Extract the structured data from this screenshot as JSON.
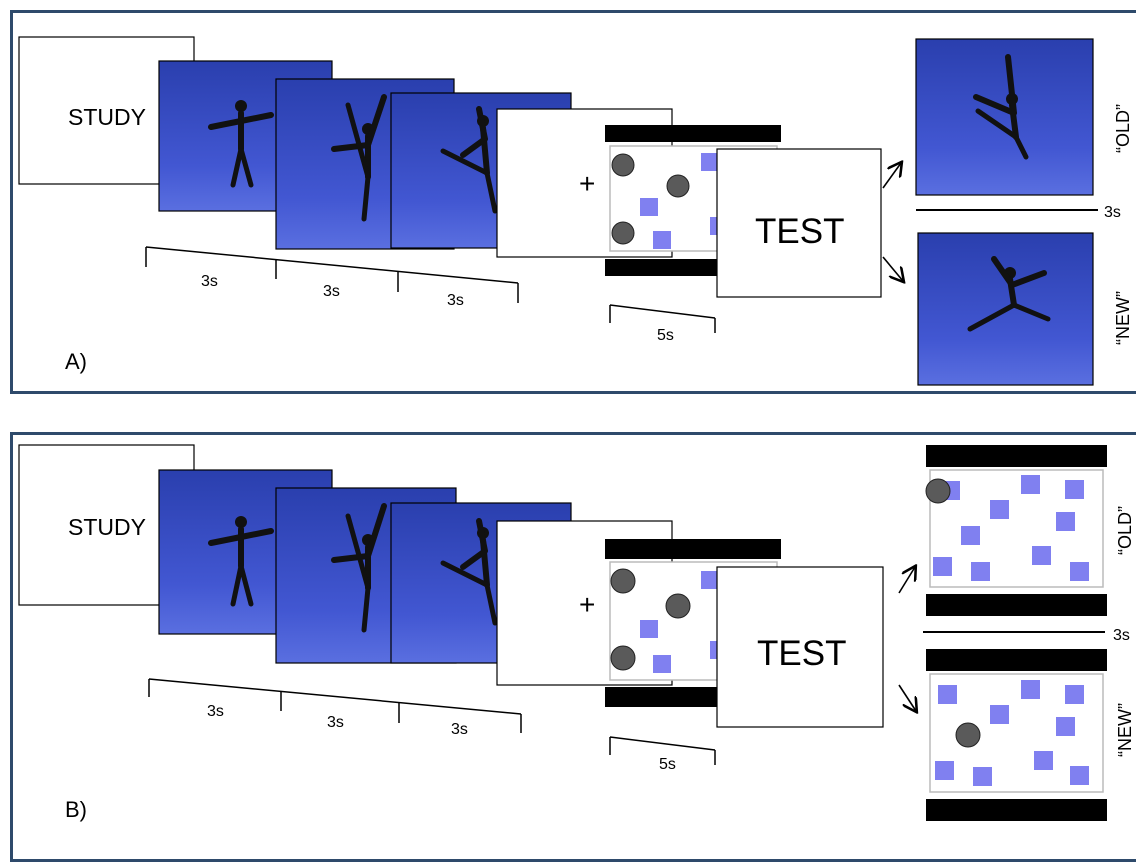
{
  "panels": [
    {
      "label": "A)",
      "study_label": "STUDY",
      "fixation": "+",
      "test_label": "TEST",
      "durations": [
        "3s",
        "3s",
        "3s"
      ],
      "delay": "5s",
      "test_duration": "3s",
      "responses": [
        "“OLD”",
        "“NEW”"
      ],
      "test_items": "dance-images"
    },
    {
      "label": "B)",
      "study_label": "STUDY",
      "fixation": "+",
      "test_label": "TEST",
      "durations": [
        "3s",
        "3s",
        "3s"
      ],
      "delay": "5s",
      "test_duration": "3s",
      "responses": [
        "“OLD”",
        "“NEW”"
      ],
      "test_items": "spatial-patterns"
    }
  ],
  "colors": {
    "frame_border": "#2e4a6b",
    "photo_backdrop": "#3a4fc4",
    "square": "#8080f0",
    "dot": "#595959"
  }
}
